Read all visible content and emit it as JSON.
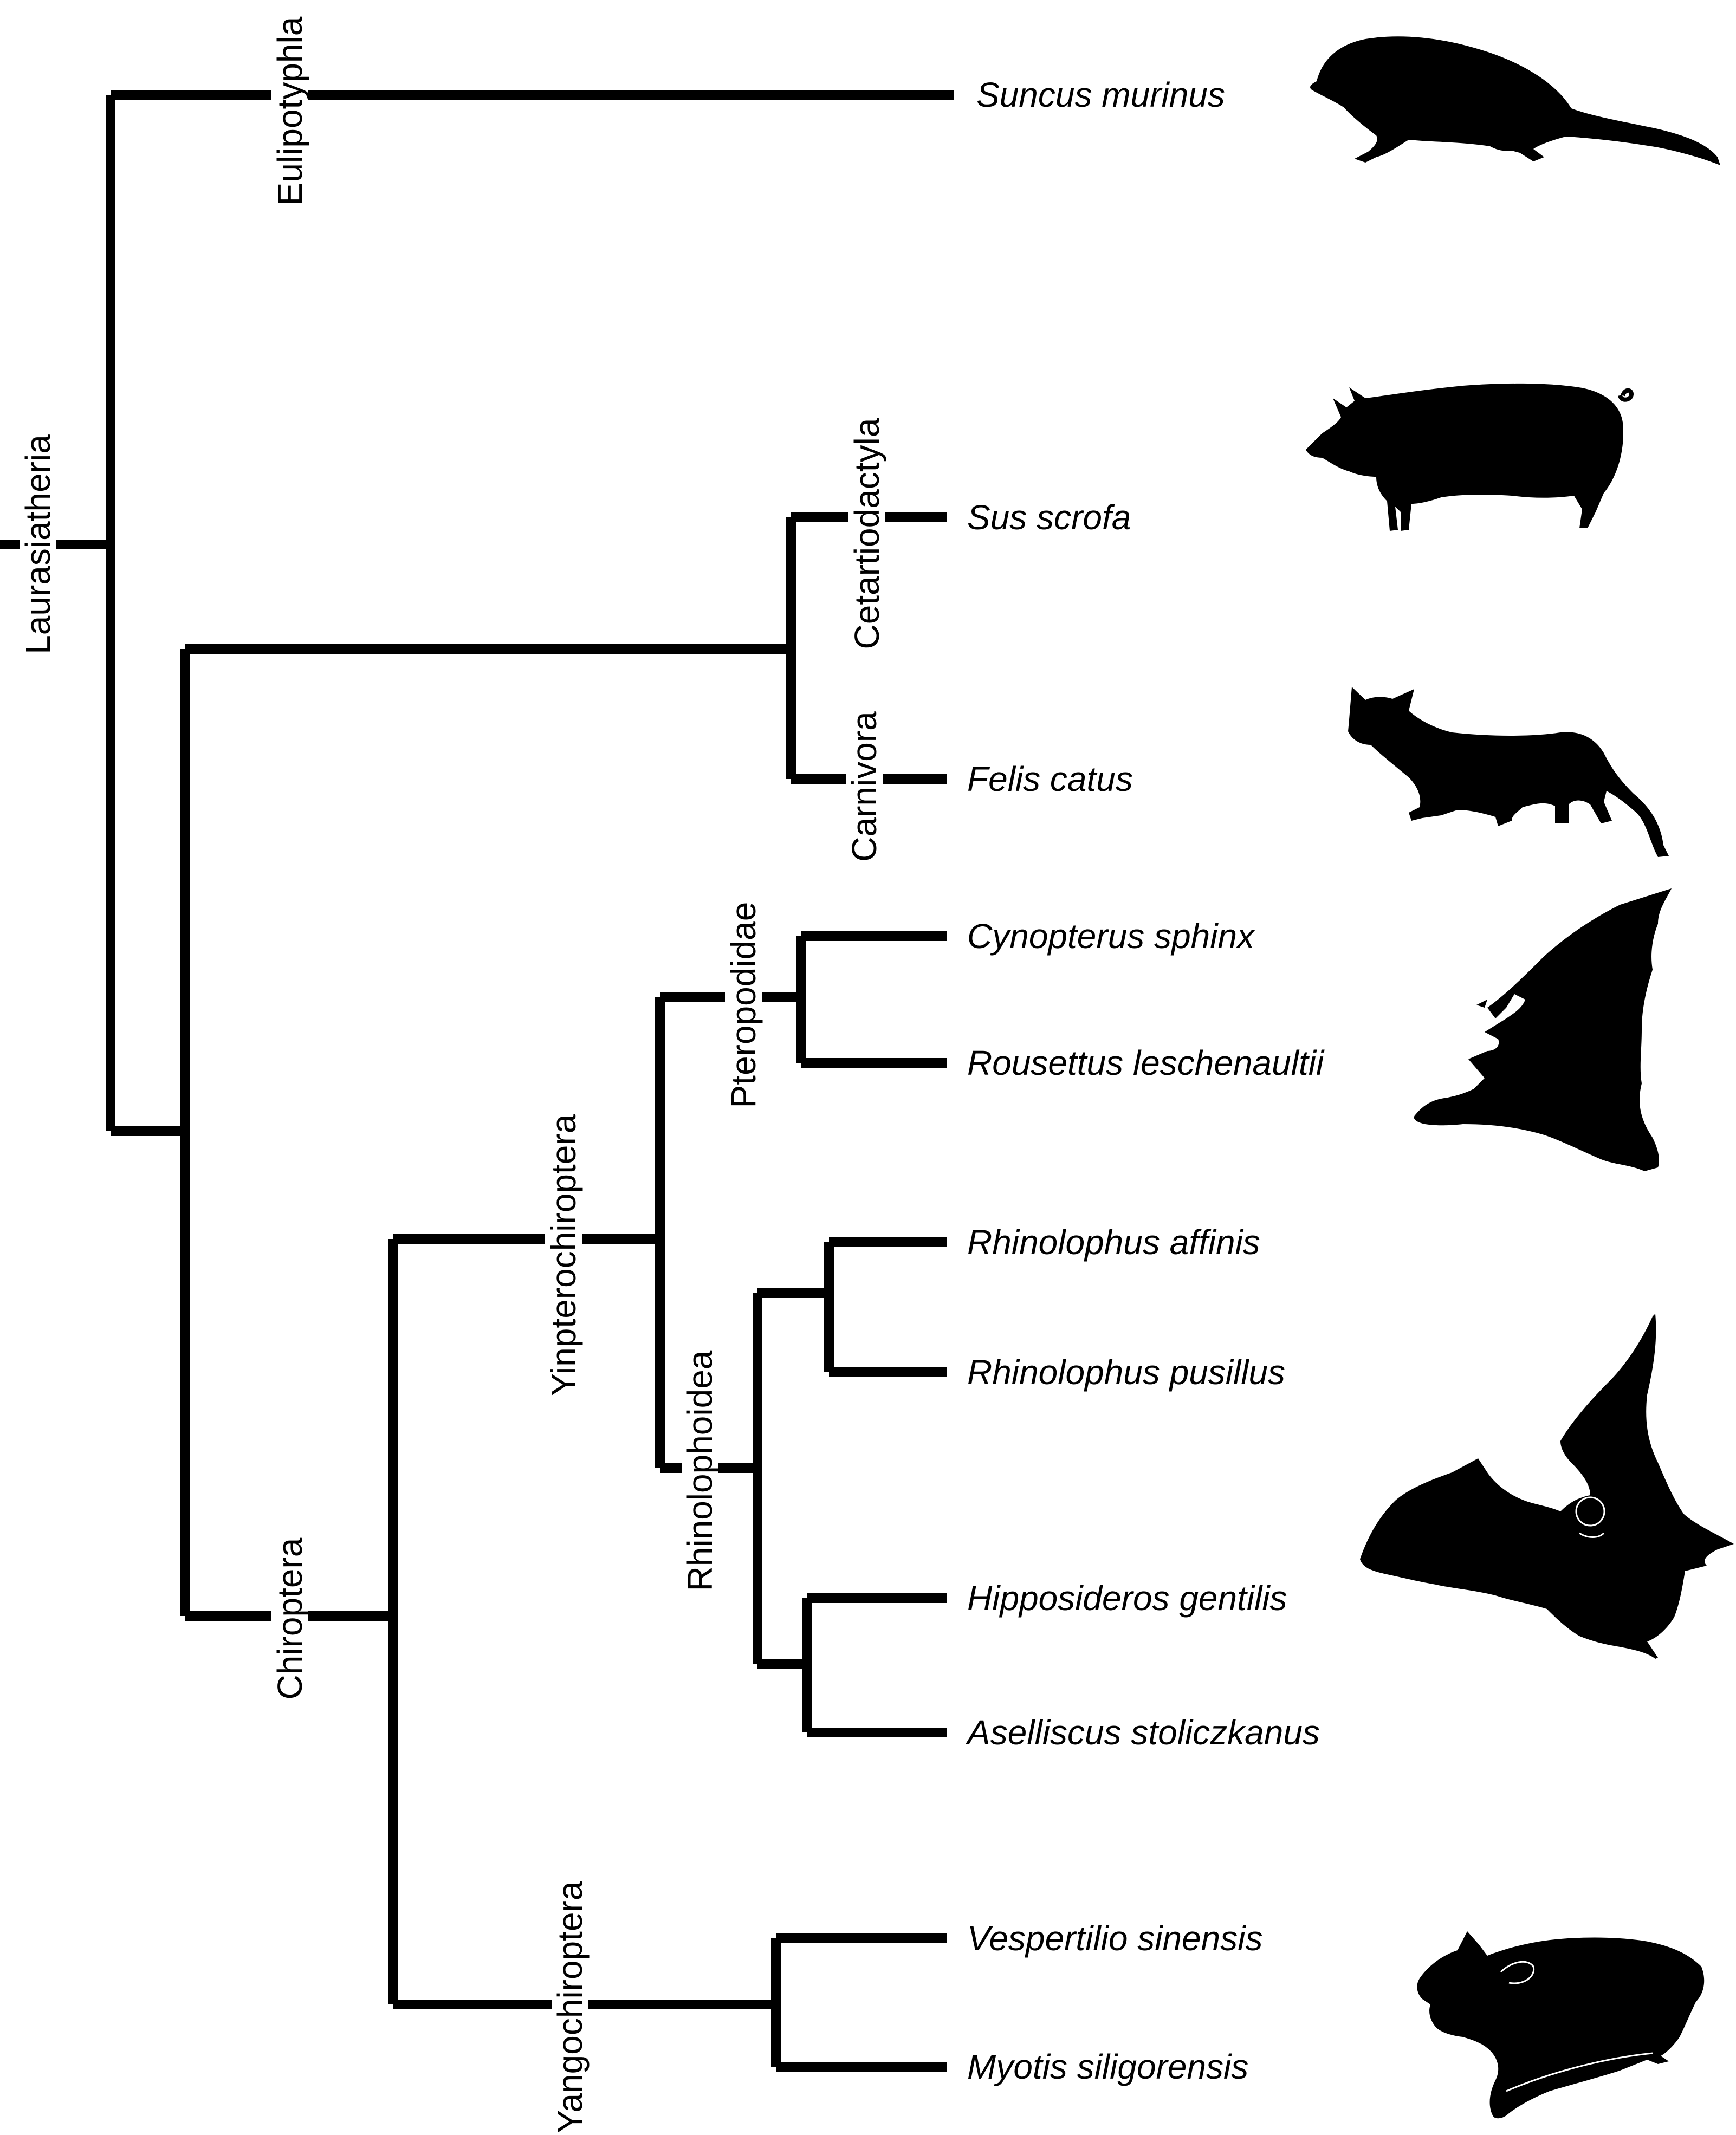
{
  "tree": {
    "clades": {
      "laurasiatheria": "Laurasiatheria",
      "eulipotyphla": "Eulipotyphla",
      "cetartiodactyla": "Cetartiodactyla",
      "carnivora": "Carnivora",
      "pteropodidae": "Pteropodidae",
      "yinpterochiroptera": "Yinpterochiroptera",
      "rhinolophoidea": "Rhinolophoidea",
      "chiroptera": "Chiroptera",
      "yangochiroptera": "Yangochiroptera"
    },
    "taxa": {
      "suncus": "Suncus murinus",
      "sus": "Sus scrofa",
      "felis": "Felis catus",
      "cynopterus": "Cynopterus sphinx",
      "rousettus": "Rousettus leschenaultii",
      "rh_affinis": "Rhinolophus affinis",
      "rh_pusillus": "Rhinolophus pusillus",
      "hipposideros": "Hipposideros gentilis",
      "aselliscus": "Aselliscus stoliczkanus",
      "vespertilio": "Vespertilio sinensis",
      "myotis": "Myotis siligorensis"
    },
    "silhouettes": [
      "shrew",
      "pig",
      "cat",
      "fruit-bat",
      "horseshoe-bat",
      "vesper-bat"
    ]
  }
}
